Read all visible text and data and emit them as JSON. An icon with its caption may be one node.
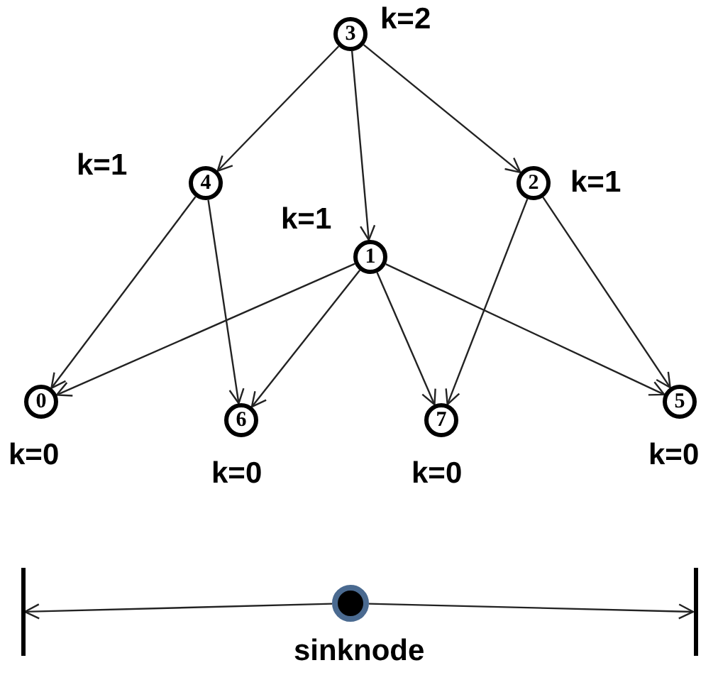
{
  "diagram": {
    "nodes": [
      {
        "text": [
          "3"
        ],
        "beside": [
          "k=2"
        ]
      },
      {
        "text": [
          "4"
        ],
        "beside": [
          "k=1"
        ]
      },
      {
        "text": [
          "2"
        ],
        "beside": [
          "k=1"
        ]
      },
      {
        "text": [
          "1"
        ],
        "beside": [
          "k=1"
        ]
      },
      {
        "text": [
          "0"
        ],
        "beside": [
          "k=0"
        ]
      },
      {
        "text": [
          "6"
        ],
        "beside": [
          "k=0"
        ]
      },
      {
        "text": [
          "7"
        ],
        "beside": [
          "k=0"
        ]
      },
      {
        "text": [
          "5"
        ],
        "beside": [
          "k=0"
        ]
      },
      {
        "text": [],
        "shape": "bar"
      },
      {
        "text": [],
        "shape": "circle",
        "beside": [
          "sinknode"
        ]
      },
      {
        "text": [],
        "shape": "bar"
      }
    ],
    "edges": [
      {
        "from": 0,
        "to": 1,
        "arrow": "to"
      },
      {
        "from": 0,
        "to": 3,
        "arrow": "to"
      },
      {
        "from": 0,
        "to": 2,
        "arrow": "to"
      },
      {
        "from": 1,
        "to": 4,
        "arrow": "to"
      },
      {
        "from": 1,
        "to": 5,
        "arrow": "to"
      },
      {
        "from": 3,
        "to": 4,
        "arrow": "to"
      },
      {
        "from": 3,
        "to": 5,
        "arrow": "to"
      },
      {
        "from": 3,
        "to": 6,
        "arrow": "to"
      },
      {
        "from": 3,
        "to": 7,
        "arrow": "to"
      },
      {
        "from": 2,
        "to": 6,
        "arrow": "to"
      },
      {
        "from": 2,
        "to": 7,
        "arrow": "to"
      },
      {
        "from": 9,
        "to": 8,
        "arrow": "to"
      },
      {
        "from": 9,
        "to": 10,
        "arrow": "to"
      }
    ]
  }
}
